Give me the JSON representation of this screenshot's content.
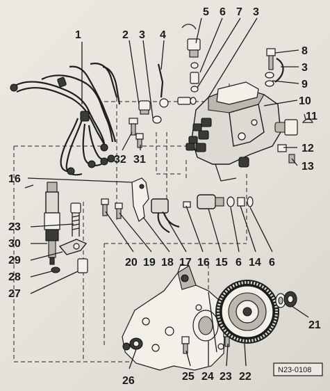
{
  "figure": {
    "reference_code": "N23-0108",
    "callouts": [
      {
        "id": "1",
        "label": "1"
      },
      {
        "id": "2",
        "label": "2"
      },
      {
        "id": "3a",
        "label": "3"
      },
      {
        "id": "4",
        "label": "4"
      },
      {
        "id": "5",
        "label": "5"
      },
      {
        "id": "6a",
        "label": "6"
      },
      {
        "id": "7",
        "label": "7"
      },
      {
        "id": "3b",
        "label": "3"
      },
      {
        "id": "8",
        "label": "8"
      },
      {
        "id": "3c",
        "label": "3"
      },
      {
        "id": "9",
        "label": "9"
      },
      {
        "id": "10",
        "label": "10"
      },
      {
        "id": "11",
        "label": "11"
      },
      {
        "id": "12",
        "label": "12"
      },
      {
        "id": "13",
        "label": "13"
      },
      {
        "id": "32",
        "label": "32"
      },
      {
        "id": "31",
        "label": "31"
      },
      {
        "id": "16a",
        "label": "16"
      },
      {
        "id": "23a",
        "label": "23"
      },
      {
        "id": "30",
        "label": "30"
      },
      {
        "id": "29",
        "label": "29"
      },
      {
        "id": "28",
        "label": "28"
      },
      {
        "id": "27",
        "label": "27"
      },
      {
        "id": "20",
        "label": "20"
      },
      {
        "id": "19",
        "label": "19"
      },
      {
        "id": "18",
        "label": "18"
      },
      {
        "id": "17",
        "label": "17"
      },
      {
        "id": "16b",
        "label": "16"
      },
      {
        "id": "15",
        "label": "15"
      },
      {
        "id": "6b",
        "label": "6"
      },
      {
        "id": "14",
        "label": "14"
      },
      {
        "id": "6c",
        "label": "6"
      },
      {
        "id": "21",
        "label": "21"
      },
      {
        "id": "26",
        "label": "26"
      },
      {
        "id": "25",
        "label": "25"
      },
      {
        "id": "24",
        "label": "24"
      },
      {
        "id": "23b",
        "label": "23"
      },
      {
        "id": "22",
        "label": "22"
      }
    ]
  }
}
